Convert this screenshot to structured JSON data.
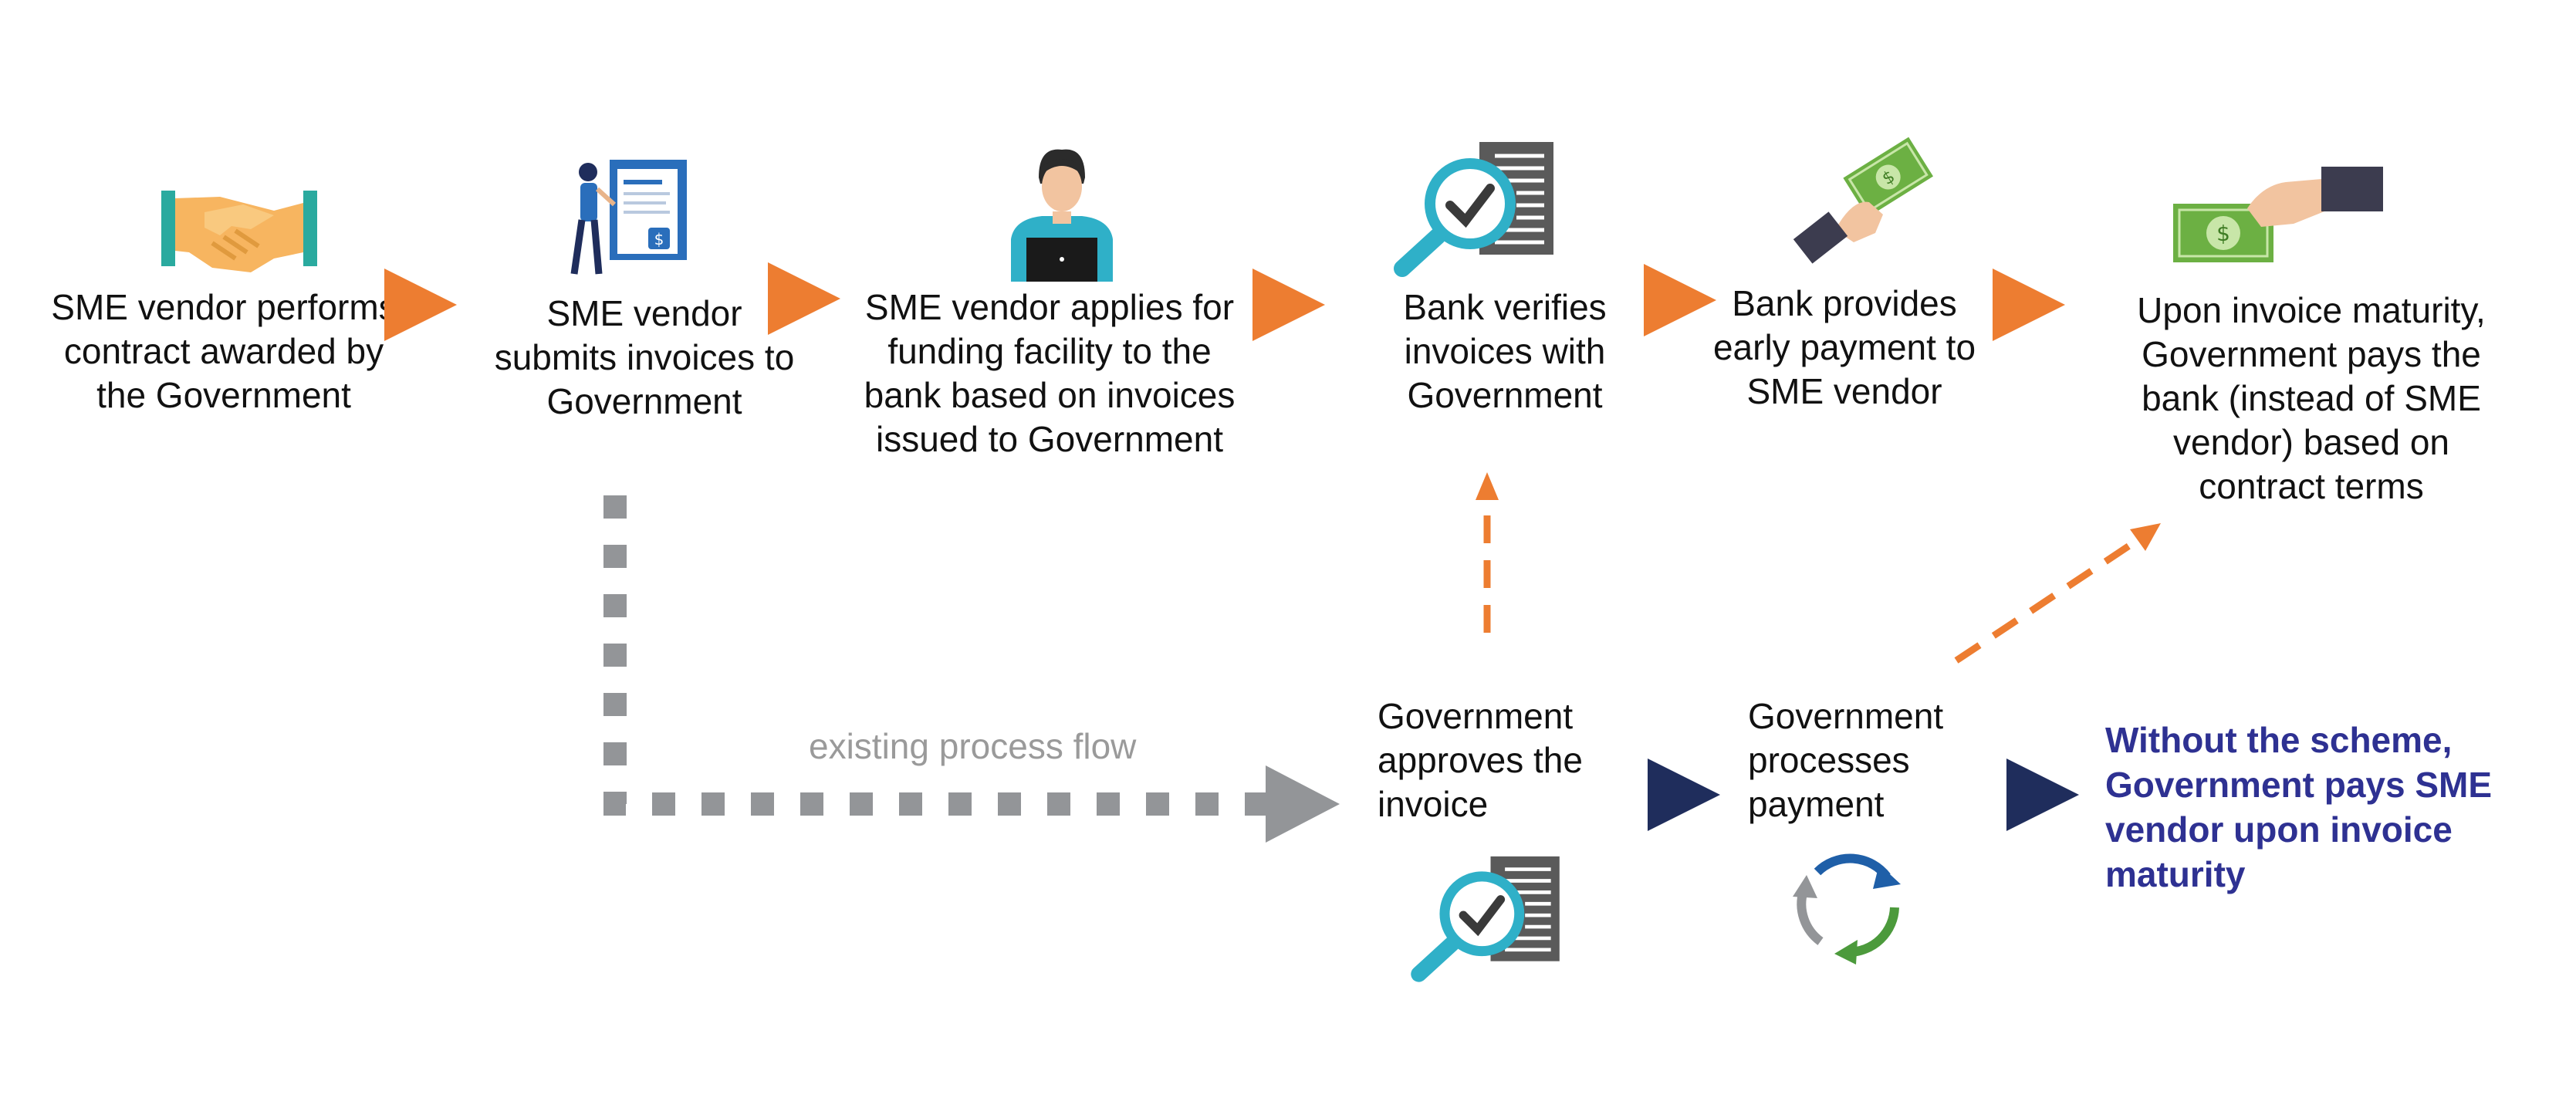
{
  "steps": [
    {
      "id": "perform",
      "text": "SME vendor performs contract awarded by the Government",
      "icon": "handshake-icon"
    },
    {
      "id": "submit",
      "text": "SME vendor submits invoices to Government",
      "icon": "invoice-document-icon"
    },
    {
      "id": "apply",
      "text": "SME vendor applies for funding facility to the bank based on invoices issued to Government",
      "icon": "person-laptop-icon"
    },
    {
      "id": "verify",
      "text": "Bank verifies invoices with Government",
      "icon": "verify-document-icon"
    },
    {
      "id": "early-payment",
      "text": "Bank provides early payment to SME vendor",
      "icon": "hand-money-icon"
    },
    {
      "id": "maturity",
      "text": "Upon invoice maturity, Government pays the bank (instead of SME vendor) based on contract terms",
      "icon": "hand-give-money-icon"
    }
  ],
  "lower_steps": [
    {
      "id": "approve",
      "text": "Government approves the invoice",
      "icon": "verify-document-icon"
    },
    {
      "id": "process",
      "text": "Government processes payment",
      "icon": "cycle-arrows-icon"
    }
  ],
  "flow_label": "existing process flow",
  "note": "Without the scheme, Government pays SME vendor upon invoice maturity",
  "colors": {
    "orange": "#ed7d31",
    "navy": "#1f2d5c",
    "gray": "#939598",
    "blue_text": "#2e3192",
    "teal": "#2fb0c8"
  }
}
